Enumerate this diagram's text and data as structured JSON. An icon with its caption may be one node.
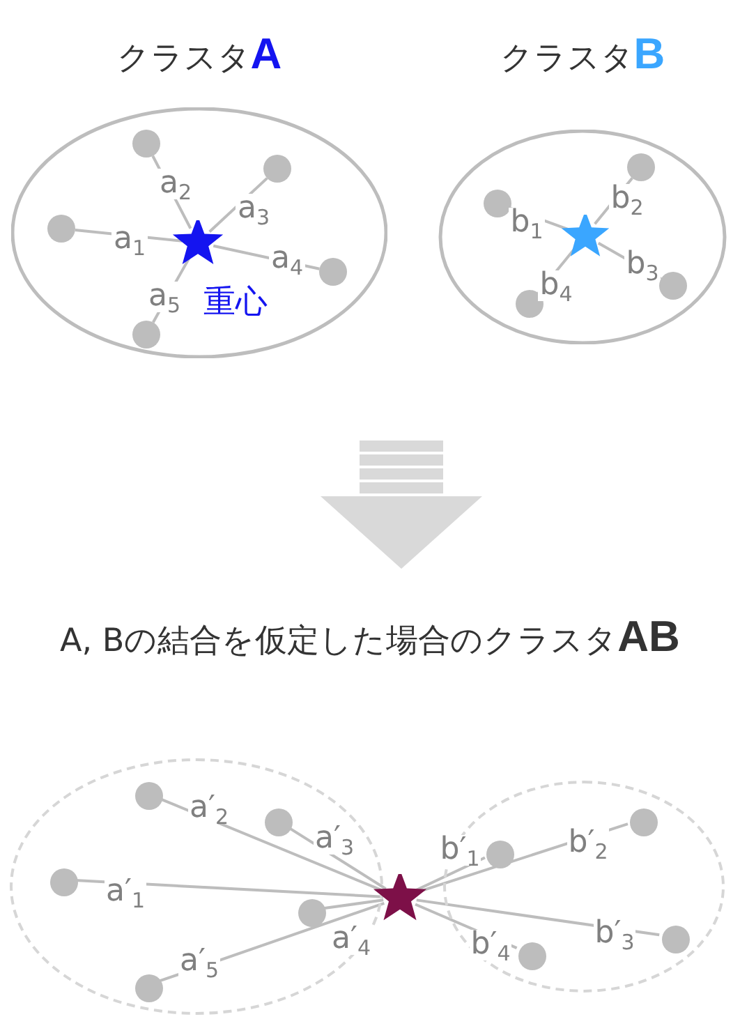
{
  "diagram": {
    "nodes": [
      {
        "text": [
          "クラスタ**A**"
        ]
      },
      {
        "text": [],
        "shape": "star",
        "in": 0,
        "beside": [
          "重心"
        ]
      },
      {
        "text": [],
        "shape": "circle",
        "in": 0
      },
      {
        "text": [],
        "shape": "circle",
        "in": 0
      },
      {
        "text": [],
        "shape": "circle",
        "in": 0
      },
      {
        "text": [],
        "shape": "circle",
        "in": 0
      },
      {
        "text": [],
        "shape": "circle",
        "in": 0
      },
      {
        "text": [
          "クラスタ**B**"
        ]
      },
      {
        "text": [],
        "shape": "star",
        "in": 7
      },
      {
        "text": [],
        "shape": "circle",
        "in": 7
      },
      {
        "text": [],
        "shape": "circle",
        "in": 7
      },
      {
        "text": [],
        "shape": "circle",
        "in": 7
      },
      {
        "text": [],
        "shape": "circle",
        "in": 7
      },
      {
        "text": [],
        "shape": "ellipse"
      },
      {
        "text": [],
        "shape": "ellipse"
      },
      {
        "text": [],
        "shape": "star"
      },
      {
        "text": [],
        "shape": "circle",
        "in": 13
      },
      {
        "text": [],
        "shape": "circle",
        "in": 13
      },
      {
        "text": [],
        "shape": "circle",
        "in": 13
      },
      {
        "text": [],
        "shape": "circle",
        "in": 13
      },
      {
        "text": [],
        "shape": "circle",
        "in": 13
      },
      {
        "text": [],
        "shape": "circle",
        "in": 14
      },
      {
        "text": [],
        "shape": "circle",
        "in": 14
      },
      {
        "text": [],
        "shape": "circle",
        "in": 14
      },
      {
        "text": [],
        "shape": "circle",
        "in": 14
      }
    ],
    "edges": [
      {
        "from": 2,
        "to": 1,
        "arrow": "none",
        "label": "a$_{1}$"
      },
      {
        "from": 3,
        "to": 1,
        "arrow": "none",
        "label": "a$_{2}$"
      },
      {
        "from": 4,
        "to": 1,
        "arrow": "none",
        "label": "a$_{3}$"
      },
      {
        "from": 5,
        "to": 1,
        "arrow": "none",
        "label": "a$_{4}$"
      },
      {
        "from": 6,
        "to": 1,
        "arrow": "none",
        "label": "a$_{5}$"
      },
      {
        "from": 9,
        "to": 8,
        "arrow": "none",
        "label": "b$_{1}$"
      },
      {
        "from": 10,
        "to": 8,
        "arrow": "none",
        "label": "b$_{2}$"
      },
      {
        "from": 11,
        "to": 8,
        "arrow": "none",
        "label": "b$_{3}$"
      },
      {
        "from": 12,
        "to": 8,
        "arrow": "none",
        "label": "b$_{4}$"
      },
      {
        "from": 16,
        "to": 15,
        "arrow": "none",
        "label": "a′$_{1}$"
      },
      {
        "from": 17,
        "to": 15,
        "arrow": "none",
        "label": "a′$_{2}$"
      },
      {
        "from": 18,
        "to": 15,
        "arrow": "none",
        "label": "a′$_{3}$"
      },
      {
        "from": 19,
        "to": 15,
        "arrow": "none",
        "label": "a′$_{4}$"
      },
      {
        "from": 20,
        "to": 15,
        "arrow": "none",
        "label": "a′$_{5}$"
      },
      {
        "from": 21,
        "to": 15,
        "arrow": "none",
        "label": "b′$_{1}$"
      },
      {
        "from": 22,
        "to": 15,
        "arrow": "none",
        "label": "b′$_{2}$"
      },
      {
        "from": 23,
        "to": 15,
        "arrow": "none",
        "label": "b′$_{3}$"
      },
      {
        "from": 24,
        "to": 15,
        "arrow": "none",
        "label": "b′$_{4}$"
      }
    ],
    "labels": [
      "A, Bの結合を仮定した場合のクラスタ**AB**"
    ]
  }
}
